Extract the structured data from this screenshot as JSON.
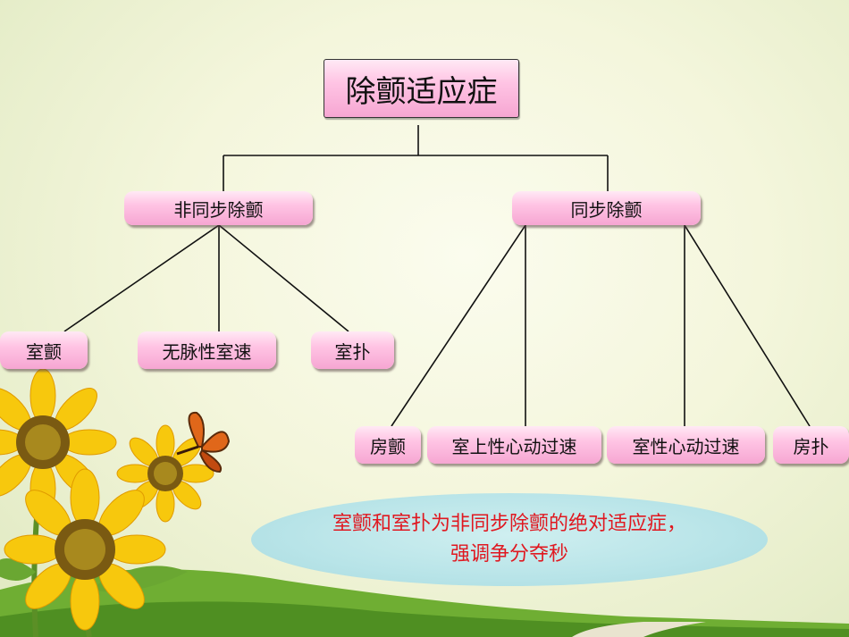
{
  "diagram": {
    "root": "除颤适应症",
    "async_branch": {
      "label": "非同步除颤",
      "children": [
        "室颤",
        "无脉性室速",
        "室扑"
      ]
    },
    "sync_branch": {
      "label": "同步除颤",
      "children": [
        "房颤",
        "室上性心动过速",
        "室性心动过速",
        "房扑"
      ]
    }
  },
  "note": {
    "line1": "室颤和室扑为非同步除颤的绝对适应症，",
    "line2": "强调争分夺秒"
  },
  "colors": {
    "node_fill": "#f9b8dc",
    "note_fill": "#bde6ea",
    "note_text": "#e01820"
  }
}
